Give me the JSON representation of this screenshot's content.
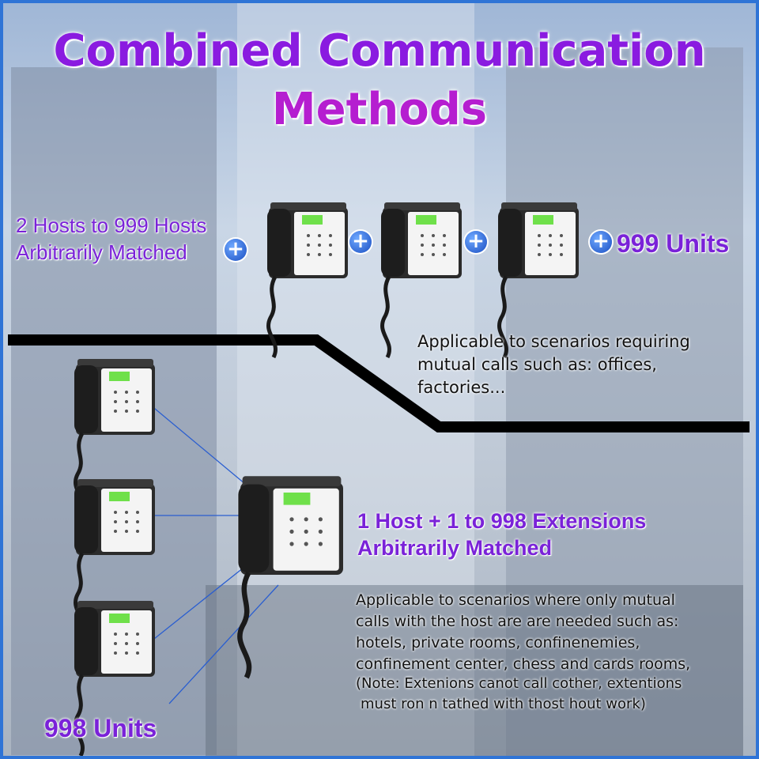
{
  "title": {
    "line1": "Combined Communication",
    "line2": "Methods"
  },
  "top_section": {
    "label_line1": "2 Hosts to 999 Hosts",
    "label_line2": "Arbitrarily Matched",
    "units_label": "999 Units",
    "desc_lines": [
      "Applicable to scenarios requiring",
      "mutual calls such as: offices,",
      "factories..."
    ]
  },
  "bottom_section": {
    "label_line1": "1 Host + 1 to 998 Extensions",
    "label_line2": "Arbitrarily Matched",
    "units_label": "998 Units",
    "desc_lines": [
      "Applicable to scenarios where only mutual",
      "calls with the host are are needed such as:",
      "hotels, private rooms, confinenemies,",
      "confinement center, chess and cards rooms,"
    ],
    "note_lines": [
      "(Note: Extenions canot call cother, extentions",
      "must ron n tathed with thost hout work)"
    ]
  },
  "colors": {
    "accent_purple": "#7a22d8",
    "frame_blue": "#2f74d6",
    "plus_blue": "#1b4fc2",
    "lcd_green": "#6fe04a"
  },
  "icons": [
    "desk-phone-icon",
    "plus-circle-icon"
  ]
}
